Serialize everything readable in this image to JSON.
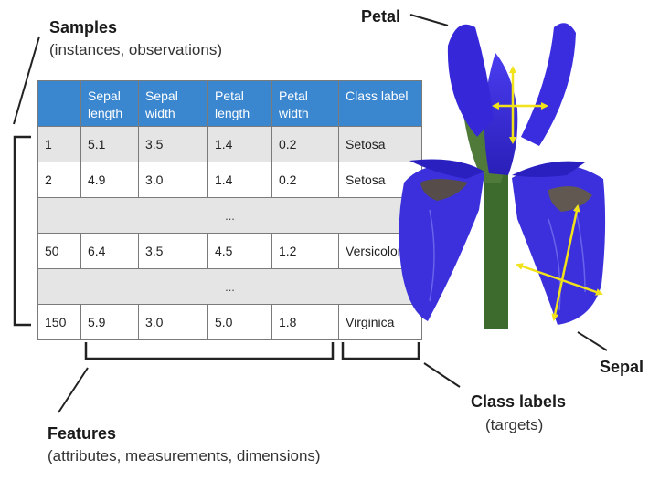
{
  "labels": {
    "samples_title": "Samples",
    "samples_subtitle": "(instances, observations)",
    "petal": "Petal",
    "sepal": "Sepal",
    "features_title": "Features",
    "features_subtitle": "(attributes, measurements, dimensions)",
    "class_labels_title": "Class labels",
    "class_labels_subtitle": "(targets)"
  },
  "table": {
    "headers": [
      "",
      "Sepal length",
      "Sepal width",
      "Petal length",
      "Petal width",
      "Class label"
    ],
    "rows": [
      {
        "type": "data",
        "shaded": true,
        "cells": [
          "1",
          "5.1",
          "3.5",
          "1.4",
          "0.2",
          "Setosa"
        ]
      },
      {
        "type": "data",
        "shaded": false,
        "cells": [
          "2",
          "4.9",
          "3.0",
          "1.4",
          "0.2",
          "Setosa"
        ]
      },
      {
        "type": "gap",
        "text": "..."
      },
      {
        "type": "data",
        "shaded": false,
        "cells": [
          "50",
          "6.4",
          "3.5",
          "4.5",
          "1.2",
          "Versicolor"
        ]
      },
      {
        "type": "gap",
        "text": "..."
      },
      {
        "type": "data",
        "shaded": false,
        "cells": [
          "150",
          "5.9",
          "3.0",
          "5.0",
          "1.8",
          "Virginica"
        ]
      }
    ]
  },
  "colors": {
    "header_bg": "#3a86cf",
    "flower_petal": "#3a2fd6",
    "flower_dark": "#1f1790",
    "arrow": "#f2e21a"
  },
  "icons": [
    "iris-flower-image",
    "petal-arrows",
    "sepal-arrows"
  ]
}
